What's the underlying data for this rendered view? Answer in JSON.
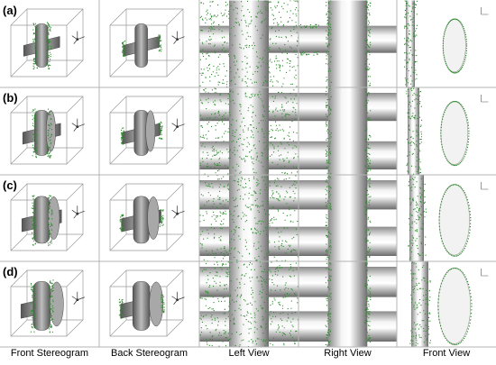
{
  "figure": {
    "rows": [
      {
        "label": "(a)",
        "tube_gap": 0.0,
        "ellipse_scale": 0.55
      },
      {
        "label": "(b)",
        "tube_gap": 0.2,
        "ellipse_scale": 0.75
      },
      {
        "label": "(c)",
        "tube_gap": 0.4,
        "ellipse_scale": 0.9
      },
      {
        "label": "(d)",
        "tube_gap": 0.6,
        "ellipse_scale": 1.0
      }
    ],
    "columns": [
      {
        "label": "Front Stereogram"
      },
      {
        "label": "Back Stereogram"
      },
      {
        "label": "Left View"
      },
      {
        "label": "Right View"
      },
      {
        "label": "Front View"
      }
    ],
    "colors": {
      "point_cloud": "#2e8b2e",
      "surface_light": "#f2f2f2",
      "surface_dark": "#7a7a7a",
      "grid_line": "#b4b4b4",
      "box_edge": "#9a9a9a"
    }
  }
}
